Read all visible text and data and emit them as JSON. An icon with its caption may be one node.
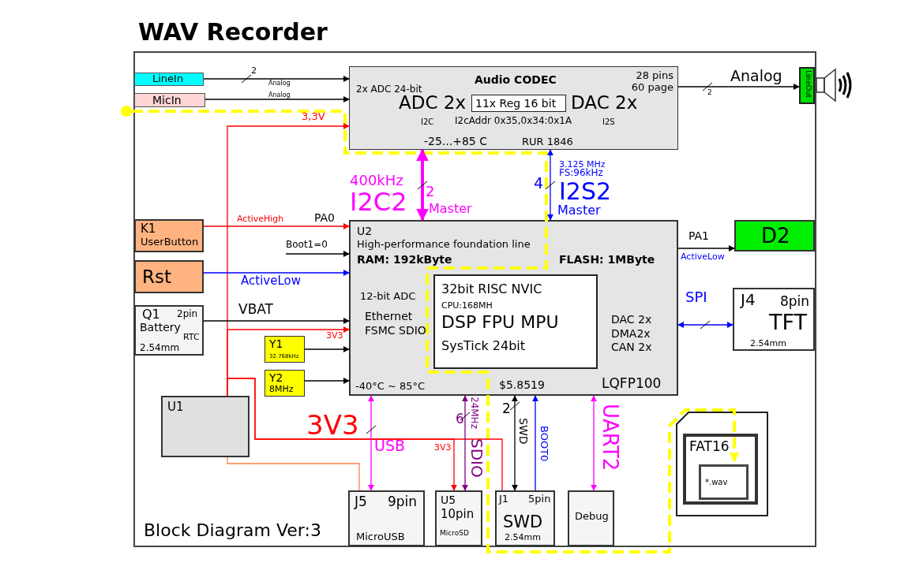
{
  "diagram": {
    "title": "WAV Recorder",
    "nodes": [
      {
        "text": [
          "LineIn"
        ]
      },
      {
        "text": [
          "MicIn"
        ]
      },
      {
        "text": [],
        "shape": "circle"
      },
      {
        "text": [
          "Audio CODEC",
          "2x ADC 24-bit",
          "28 pins 60 page",
          "ADC 2x",
          "DAC 2x",
          "I2C",
          "I2cAddr 0x35,0x34:0x1A",
          "I2S",
          "-25...+85 C",
          "RUR 1846"
        ]
      },
      {
        "text": [
          "11x Reg 16 bit"
        ],
        "in": 3
      },
      {
        "text": [
          "LineOut"
        ]
      },
      {
        "text": [
          "K1",
          "UserButton"
        ]
      },
      {
        "text": [
          "Rst"
        ]
      },
      {
        "text": [
          "Q1",
          "2pin",
          "Battery",
          "RTC",
          "2.54mm"
        ]
      },
      {
        "text": [
          "Y1",
          "32.768kHz"
        ]
      },
      {
        "text": [
          "Y2",
          "8MHz"
        ]
      },
      {
        "text": [
          "U1"
        ]
      },
      {
        "text": [
          "U2",
          "High-performance foundation line",
          "RAM: 192kByte",
          "FLASH: 1MByte",
          "12-bit ADC",
          "Ethernet FSMC SDIO",
          "DAC 2x DMA2x CAN 2x",
          "-40°C ~ 85°C",
          "$5.8519",
          "LQFP100"
        ]
      },
      {
        "text": [
          "32bit RISC NVIC",
          "CPU:168MH",
          "DSP FPU MPU",
          "SysTick 24bit"
        ],
        "in": 12
      },
      {
        "text": [
          "D2"
        ]
      },
      {
        "text": [
          "J4",
          "8pin",
          "TFT",
          "2.54mm"
        ]
      },
      {
        "text": [
          "J5",
          "9pin",
          "MicroUSB"
        ]
      },
      {
        "text": [
          "U5",
          "10pin",
          "MicroSD"
        ]
      },
      {
        "text": [
          "J1",
          "5pin",
          "SWD",
          "2.54mm"
        ]
      },
      {
        "text": [
          "Debug"
        ]
      },
      {
        "text": [],
        "shape": "card"
      },
      {
        "text": [
          "FAT16"
        ],
        "in": 20
      },
      {
        "text": [
          "*.wav"
        ],
        "in": 21
      }
    ],
    "edges": [
      {
        "from": 0,
        "to": 3,
        "arrow": "to",
        "label": "Analog"
      },
      {
        "from": 1,
        "to": 3,
        "arrow": "to",
        "label": "Analog"
      },
      {
        "from": 3,
        "to": 5,
        "arrow": "to",
        "label": "Analog"
      },
      {
        "from": 2,
        "to": 22,
        "arrow": "to",
        "style": "dashed",
        "color": "#ffff00"
      },
      {
        "from": 11,
        "to": 3,
        "arrow": "to",
        "label": "3,3V",
        "color": "#ff0000"
      },
      {
        "from": 11,
        "to": 12,
        "arrow": "to",
        "label": "3V3",
        "color": "#ff0000"
      },
      {
        "from": 11,
        "to": 17,
        "arrow": "to",
        "label": "3V3",
        "color": "#ff0000"
      },
      {
        "from": 11,
        "to": 18,
        "arrow": "none",
        "label": "3V3",
        "color": "#ff0000"
      },
      {
        "from": 11,
        "to": 16,
        "arrow": "none",
        "color": "#ff8040"
      },
      {
        "from": 6,
        "to": 12,
        "arrow": "to",
        "label": "ActiveHigh",
        "color": "#ff0000"
      },
      {
        "from": null,
        "to": 12,
        "arrow": "to",
        "label": "Boot1=0"
      },
      {
        "from": 7,
        "to": 12,
        "arrow": "to",
        "label": "ActiveLow",
        "color": "#0000ff"
      },
      {
        "from": 8,
        "to": 12,
        "arrow": "to",
        "label": "VBAT"
      },
      {
        "from": 9,
        "to": 12,
        "arrow": "to"
      },
      {
        "from": 10,
        "to": 12,
        "arrow": "to"
      },
      {
        "from": 3,
        "to": 12,
        "arrow": "both",
        "label": "I2C2",
        "style": "thick",
        "color": "#ff00ff"
      },
      {
        "from": 3,
        "to": 12,
        "arrow": "both",
        "label": "I2S2",
        "color": "#0000ff"
      },
      {
        "from": 12,
        "to": 14,
        "arrow": "to",
        "label": "PA1"
      },
      {
        "from": 12,
        "to": 15,
        "arrow": "both",
        "label": "SPI",
        "color": "#0000ff"
      },
      {
        "from": 12,
        "to": 16,
        "arrow": "both",
        "label": "USB",
        "color": "#ff00ff"
      },
      {
        "from": 12,
        "to": 17,
        "arrow": "both",
        "label": "SDIO",
        "color": "#800080"
      },
      {
        "from": 12,
        "to": 18,
        "arrow": "both",
        "label": "SWD"
      },
      {
        "from": 18,
        "to": 12,
        "arrow": "to",
        "label": "BOOT0",
        "color": "#0000ff"
      },
      {
        "from": 12,
        "to": 19,
        "arrow": "both",
        "label": "UART2",
        "color": "#ff00ff"
      }
    ],
    "labels": [
      "2",
      "2",
      "PA0",
      "400kHz",
      "2",
      "Master",
      "3.125 MHz",
      "FS:96kHz",
      "4",
      "Master",
      "ActiveLow",
      "24MHz",
      "6",
      "2",
      "Block Diagram Ver:3"
    ]
  }
}
